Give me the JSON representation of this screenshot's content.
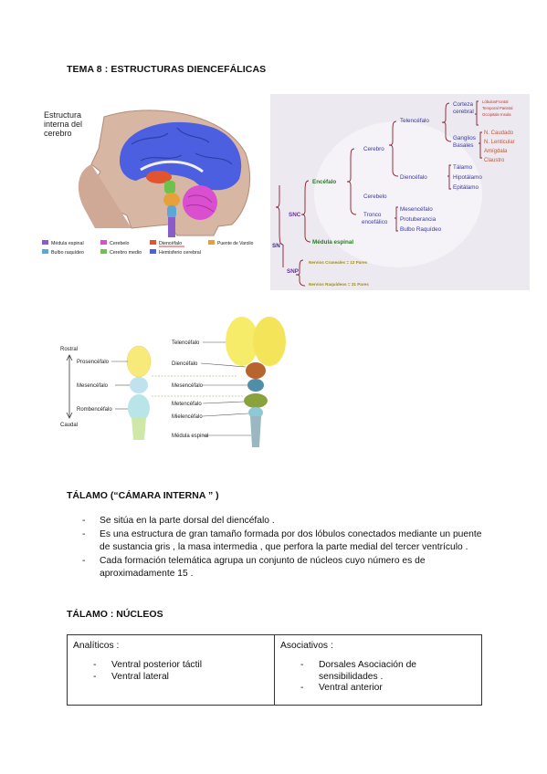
{
  "title": "TEMA 8 : ESTRUCTURAS DIENCEFÁLICAS",
  "brain_figure": {
    "title_lines": [
      "Estructura",
      "interna del",
      "cerebro"
    ],
    "legend": [
      "Médula espinal",
      "Cerebelo",
      "Diencéfalo",
      "Puente de Varolio",
      "Bulbo raquídeo",
      "Cerebro medio",
      "Hemisferio cerebral"
    ],
    "colors": {
      "medula": "#8a5cc9",
      "cerebelo": "#d94fd0",
      "diencefalo": "#e0552f",
      "puente": "#e6a13a",
      "bulbo": "#5aa8d8",
      "medio": "#6cc24a",
      "hemisferio": "#4b5fe0"
    }
  },
  "tree": {
    "sn": "SN",
    "snc": "SNC",
    "snp": "SNP",
    "encefalo": "Encéfalo",
    "medula_espinal": "Médula espinal",
    "cerebro": "Cerebro",
    "cerebelo": "Cerebelo",
    "tronco": [
      "Tronco",
      "encefálico"
    ],
    "telencefalo": "Telencéfalo",
    "diencefalo": "Diencéfalo",
    "corteza": [
      "Corteza",
      "cerebral"
    ],
    "lobulos": [
      "LóbulosFrontal",
      "Temporal Parietal",
      "Occipitale Insula"
    ],
    "ganglios": [
      "Ganglios",
      "Basales"
    ],
    "ganglios_items": [
      "N. Caudado",
      "N. Lenticular",
      "Amígdala",
      "Claustro"
    ],
    "dien_items": [
      "Tálamo",
      "Hipotálamo",
      "Epitálamo"
    ],
    "tronco_items": [
      "Mesencéfalo",
      "Protuberancia",
      "Bulbo Raquídeo"
    ],
    "craneales": "Nervios Craneales = 12 Pares",
    "raquideos": "Nervios Raquídeos = 31 Pares"
  },
  "neural_tube": {
    "left": [
      "Rostral",
      "Prosencéfalo",
      "Mesencéfalo",
      "Rombencéfalo",
      "Caudal"
    ],
    "right": [
      "Telencéfalo",
      "Diencéfalo",
      "Mesencéfalo",
      "Metencéfalo",
      "Mielencéfalo",
      "Médula espinal"
    ]
  },
  "talamo_heading": "TÁLAMO (“CÁMARA INTERNA ” )",
  "bullets": [
    "Se sitúa en la parte dorsal del diencéfalo .",
    "Es una estructura de gran tamaño formada por dos lóbulos conectados mediante un puente de sustancia gris , la masa intermedia , que perfora la parte medial del tercer ventrículo .",
    "Cada formación telemática agrupa un conjunto de núcleos cuyo número es de aproximadamente 15 ."
  ],
  "nucleos_heading": "TÁLAMO : NÚCLEOS",
  "table": {
    "left_head": "Analíticos :",
    "left_items": [
      "Ventral posterior táctil",
      "Ventral lateral"
    ],
    "right_head": "Asociativos :",
    "right_items": [
      "Dorsales Asociación de sensibilidades .",
      "Ventral anterior"
    ]
  }
}
